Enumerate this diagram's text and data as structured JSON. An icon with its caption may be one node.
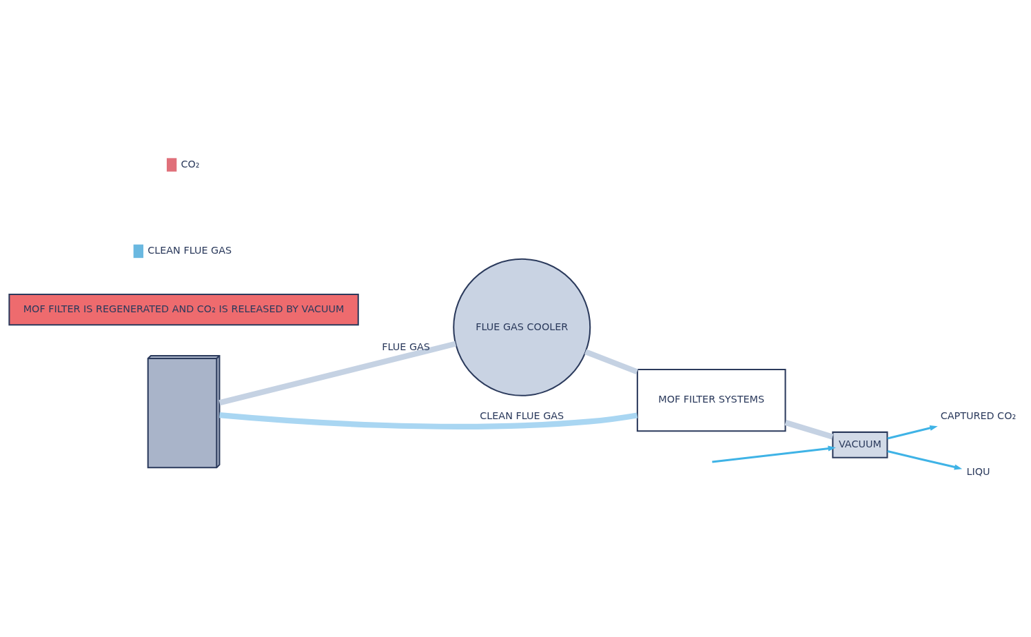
{
  "diagram": {
    "nodes": [
      {
        "text": [],
        "shape": "picture"
      },
      {
        "text": [
          "FLUE GAS COOLER"
        ]
      },
      {
        "text": [
          "MOF FILTER SYSTEMS"
        ]
      },
      {
        "text": [
          "MOF FILTER IS REGENERATED AND CO₂ IS RELEASED BY VACUUM"
        ]
      },
      {
        "text": [
          "VACUUM"
        ]
      },
      {
        "text": [
          "CAPTURED CO₂"
        ]
      },
      {
        "text": [
          "LIQU"
        ]
      }
    ],
    "edges": [
      {
        "from": 0,
        "to": 1,
        "arrow": "none",
        "label": "FLUE GAS"
      },
      {
        "from": 1,
        "to": 2,
        "arrow": "none"
      },
      {
        "from": 2,
        "to": 0,
        "arrow": "none",
        "label": "CLEAN FLUE GAS",
        "color": "#a9d6f2"
      },
      {
        "from": 2,
        "to": 4,
        "arrow": "none"
      },
      {
        "from": null,
        "to": 4,
        "arrow": "to",
        "color": "#3fb3e6"
      },
      {
        "from": 4,
        "to": 5,
        "arrow": "to",
        "color": "#3fb3e6"
      },
      {
        "from": 4,
        "to": 6,
        "arrow": "to",
        "color": "#3fb3e6"
      }
    ],
    "legend": [
      {
        "text": "CO₂",
        "color": "#e0707a"
      },
      {
        "text": "CLEAN FLUE GAS",
        "color": "#6ab8e0"
      }
    ]
  }
}
